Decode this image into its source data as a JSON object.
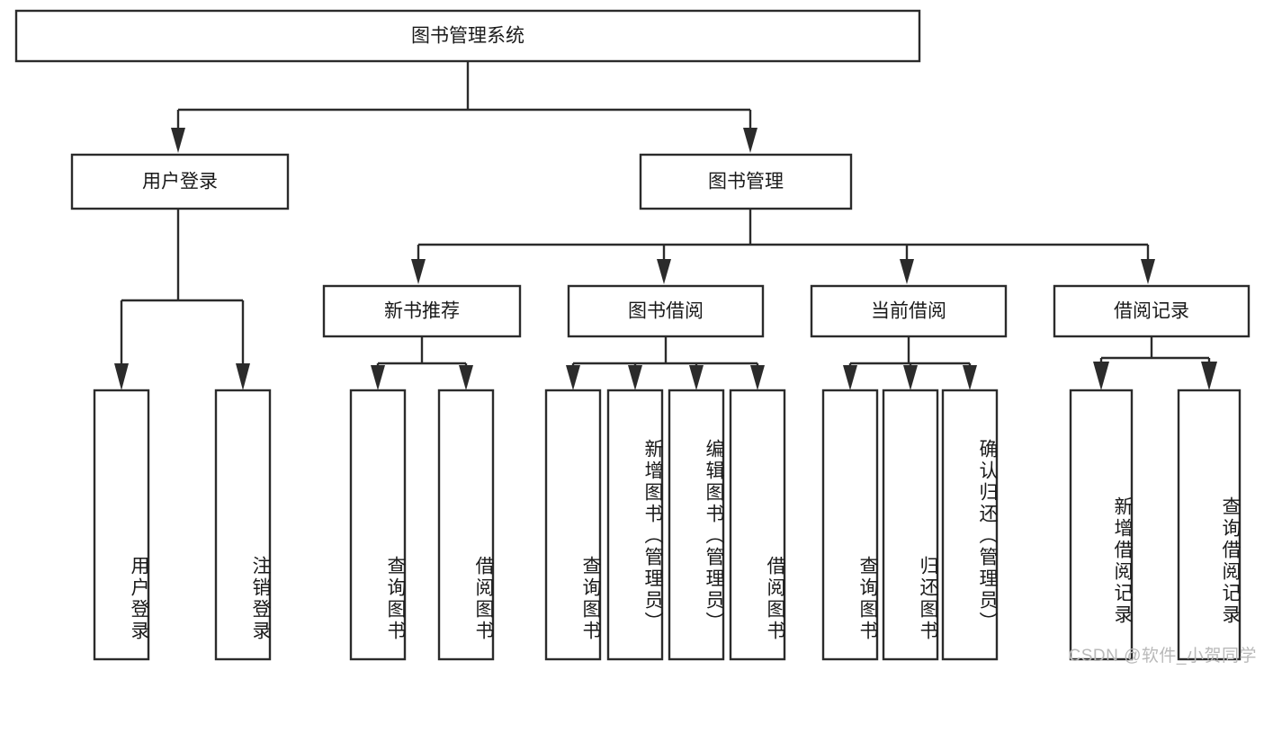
{
  "diagram": {
    "type": "tree-hierarchy",
    "title": "图书管理系统",
    "orientation": "top-down",
    "root": {
      "id": "root",
      "label": "图书管理系统",
      "text_orientation": "horizontal"
    },
    "level1": [
      {
        "id": "user-login",
        "label": "用户登录",
        "text_orientation": "horizontal"
      },
      {
        "id": "book-manage",
        "label": "图书管理",
        "text_orientation": "horizontal"
      }
    ],
    "level2": [
      {
        "id": "new-book-rec",
        "label": "新书推荐",
        "parent": "book-manage",
        "text_orientation": "horizontal"
      },
      {
        "id": "book-borrow",
        "label": "图书借阅",
        "parent": "book-manage",
        "text_orientation": "horizontal"
      },
      {
        "id": "current-borrow",
        "label": "当前借阅",
        "parent": "book-manage",
        "text_orientation": "horizontal"
      },
      {
        "id": "borrow-record",
        "label": "借阅记录",
        "parent": "book-manage",
        "text_orientation": "horizontal"
      }
    ],
    "leaves": [
      {
        "id": "leaf-user-login",
        "label": "用户登录",
        "parent": "user-login",
        "text_orientation": "vertical"
      },
      {
        "id": "leaf-user-logout",
        "label": "注销登录",
        "parent": "user-login",
        "text_orientation": "vertical"
      },
      {
        "id": "leaf-query-book-1",
        "label": "查询图书",
        "parent": "new-book-rec",
        "text_orientation": "vertical"
      },
      {
        "id": "leaf-borrow-book-1",
        "label": "借阅图书",
        "parent": "new-book-rec",
        "text_orientation": "vertical"
      },
      {
        "id": "leaf-query-book-2",
        "label": "查询图书",
        "parent": "book-borrow",
        "text_orientation": "vertical"
      },
      {
        "id": "leaf-add-book",
        "label": "新增图书（管理员）",
        "parent": "book-borrow",
        "text_orientation": "vertical"
      },
      {
        "id": "leaf-edit-book",
        "label": "编辑图书（管理员）",
        "parent": "book-borrow",
        "text_orientation": "vertical"
      },
      {
        "id": "leaf-borrow-book-2",
        "label": "借阅图书",
        "parent": "book-borrow",
        "text_orientation": "vertical"
      },
      {
        "id": "leaf-query-book-3",
        "label": "查询图书",
        "parent": "current-borrow",
        "text_orientation": "vertical"
      },
      {
        "id": "leaf-return-book",
        "label": "归还图书",
        "parent": "current-borrow",
        "text_orientation": "vertical"
      },
      {
        "id": "leaf-confirm-return",
        "label": "确认归还（管理员）",
        "parent": "current-borrow",
        "text_orientation": "vertical"
      },
      {
        "id": "leaf-add-record",
        "label": "新增借阅记录",
        "parent": "borrow-record",
        "text_orientation": "vertical"
      },
      {
        "id": "leaf-query-record",
        "label": "查询借阅记录",
        "parent": "borrow-record",
        "text_orientation": "vertical"
      }
    ],
    "colors": {
      "box_stroke": "#2b2b2b",
      "box_fill": "#ffffff",
      "text": "#1a1a1a",
      "connector": "#2b2b2b",
      "background": "#ffffff",
      "watermark": "#b9b9b9"
    }
  },
  "watermark": {
    "text": "CSDN @软件_小贺同学"
  }
}
